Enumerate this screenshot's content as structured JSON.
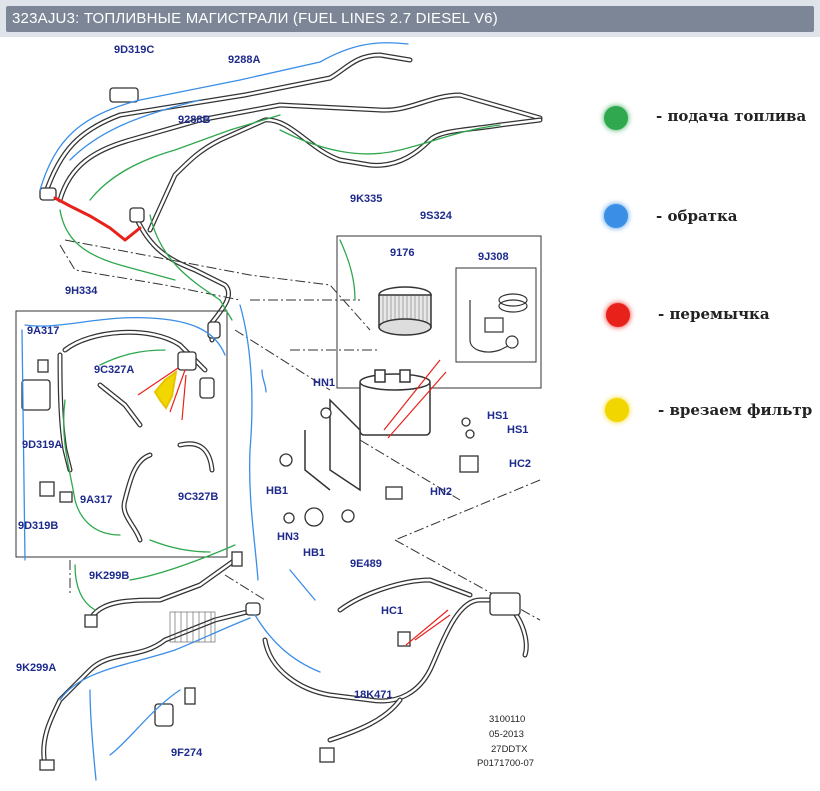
{
  "title": "323AJU3: ТОПЛИВНЫЕ МАГИСТРАЛИ (FUEL LINES 2.7 DIESEL V6)",
  "labels": {
    "l_9d319c": "9D319C",
    "l_9288a": "9288A",
    "l_9288b": "9288B",
    "l_9k335": "9K335",
    "l_9s324": "9S324",
    "l_9176": "9176",
    "l_9j308": "9J308",
    "l_9h334": "9H334",
    "l_9a317a": "9A317",
    "l_9c327a": "9C327A",
    "l_9d319a": "9D319A",
    "l_9a317b": "9A317",
    "l_9d319b": "9D319B",
    "l_9c327b": "9C327B",
    "l_hn1": "HN1",
    "l_hs1a": "HS1",
    "l_hs1b": "HS1",
    "l_hc2": "HC2",
    "l_hn2": "HN2",
    "l_hb1a": "HB1",
    "l_hn3": "HN3",
    "l_hb1b": "HB1",
    "l_9e489": "9E489",
    "l_9k299b": "9K299B",
    "l_hc1": "HC1",
    "l_9k299a": "9K299A",
    "l_18k471": "18K471",
    "l_9f274": "9F274"
  },
  "legend": [
    {
      "text": "- подача топлива",
      "color": "#2fa84f"
    },
    {
      "text": "- обратка",
      "color": "#3a8ee6"
    },
    {
      "text": "- перемычка",
      "color": "#e8221b"
    },
    {
      "text": "- врезаем фильтр",
      "color": "#f2d600"
    }
  ],
  "ref": {
    "line1": "3100110",
    "line2": "05-2013",
    "line3": "27DDTX",
    "line4": "P0171700-07"
  }
}
